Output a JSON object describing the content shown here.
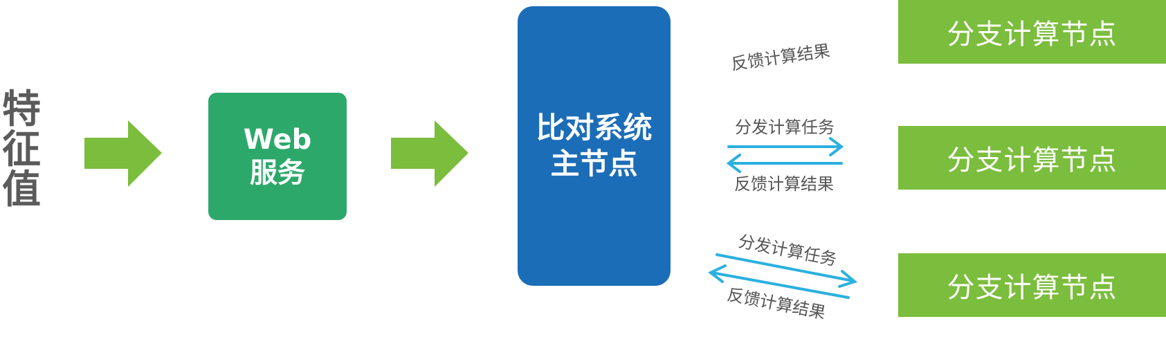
{
  "colors": {
    "flow_arrow": "#7bbd3d",
    "web_service": "#2da86b",
    "master_node": "#1c6db7",
    "branch_node": "#7bbd3d",
    "comm_arrow": "#2bb0e0",
    "text_gray": "#5b5b5b"
  },
  "input": {
    "label": "特征值"
  },
  "web_service": {
    "label": "Web服务"
  },
  "master": {
    "label": "比对系统主节点"
  },
  "nodes": [
    {
      "label": "分支计算节点"
    },
    {
      "label": "分支计算节点"
    },
    {
      "label": "分支计算节点"
    }
  ],
  "links": {
    "top": {
      "feedback": "反馈计算结果"
    },
    "middle": {
      "dispatch": "分发计算任务",
      "feedback": "反馈计算结果"
    },
    "bottom": {
      "dispatch": "分发计算任务",
      "feedback": "反馈计算结果"
    }
  }
}
